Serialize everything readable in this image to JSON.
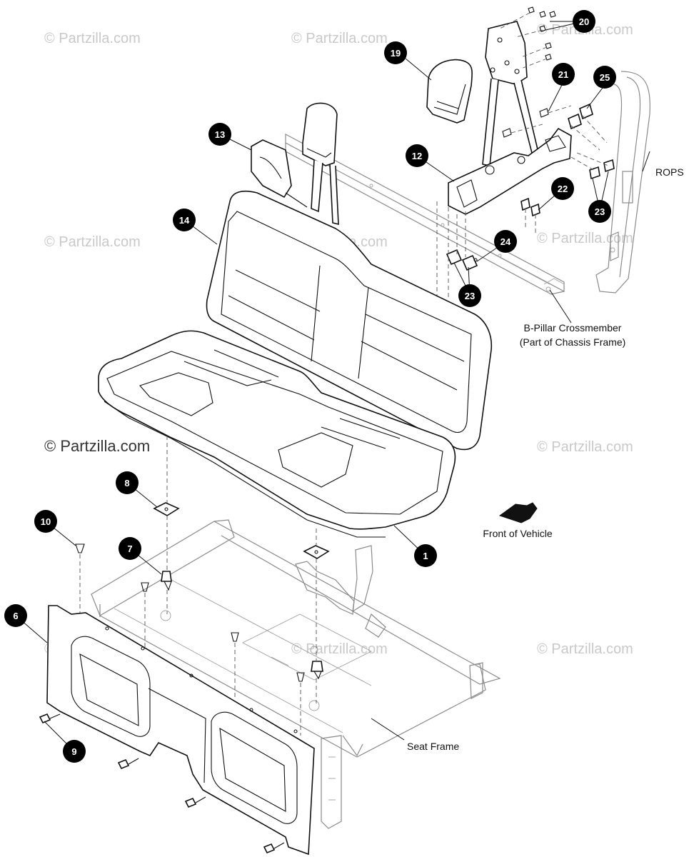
{
  "diagram": {
    "watermark_text": "© Partzilla.com",
    "callouts": [
      {
        "id": "c1",
        "number": "1"
      },
      {
        "id": "c6",
        "number": "6"
      },
      {
        "id": "c7",
        "number": "7"
      },
      {
        "id": "c8",
        "number": "8"
      },
      {
        "id": "c9",
        "number": "9"
      },
      {
        "id": "c10",
        "number": "10"
      },
      {
        "id": "c12",
        "number": "12"
      },
      {
        "id": "c13",
        "number": "13"
      },
      {
        "id": "c14",
        "number": "14"
      },
      {
        "id": "c19",
        "number": "19"
      },
      {
        "id": "c20",
        "number": "20"
      },
      {
        "id": "c21",
        "number": "21"
      },
      {
        "id": "c22",
        "number": "22"
      },
      {
        "id": "c23a",
        "number": "23"
      },
      {
        "id": "c23b",
        "number": "23"
      },
      {
        "id": "c24",
        "number": "24"
      },
      {
        "id": "c25",
        "number": "25"
      }
    ],
    "labels": {
      "rops": "ROPS",
      "b_pillar_line1": "B-Pillar Crossmember",
      "b_pillar_line2": "(Part of Chassis Frame)",
      "front_of_vehicle": "Front of Vehicle",
      "seat_frame": "Seat Frame"
    },
    "colors": {
      "callout_fill": "#000000",
      "callout_text": "#ffffff",
      "line": "#111111",
      "frame_line": "#8a8a8a",
      "watermark": "#c9c9c9"
    }
  }
}
